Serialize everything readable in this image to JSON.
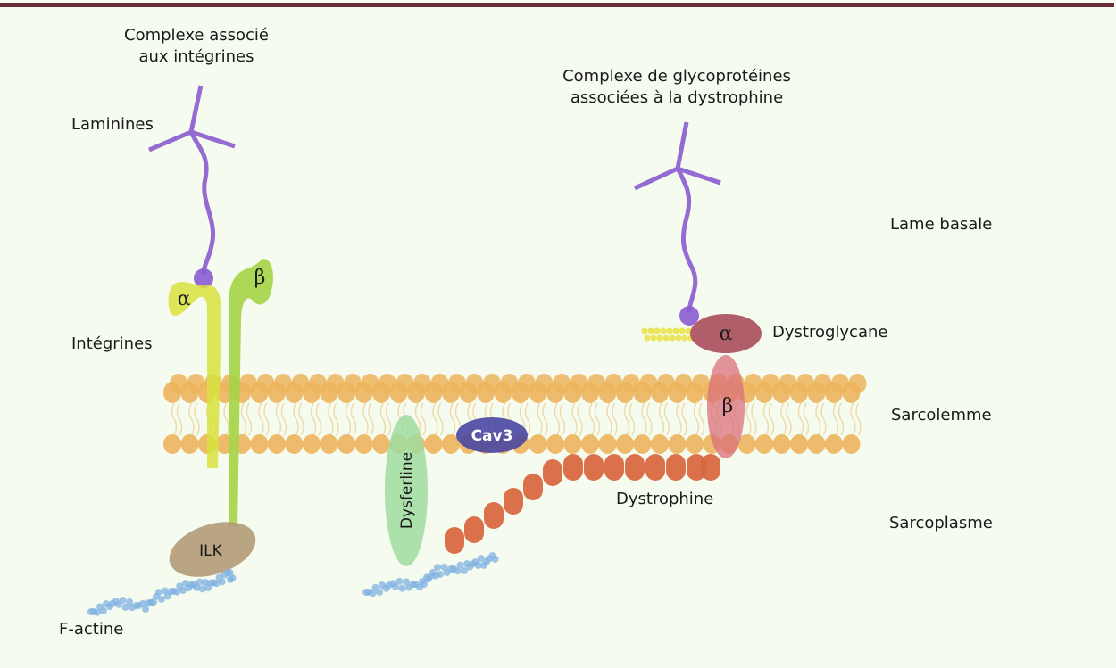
{
  "title_integrin_complex": "Complexe associé\naux intégrines",
  "title_integrin_complex_lines": [
    "Complexe associé",
    "aux intégrines"
  ],
  "title_dgc_lines": [
    "Complexe de glycoprotéines",
    "associées à la dystrophine"
  ],
  "labels": {
    "laminines": "Laminines",
    "integrines": "Intégrines",
    "f_actine": "F-actine",
    "dystroglycane": "Dystroglycane",
    "dystrophine": "Dystrophine",
    "lame_basale": "Lame basale",
    "sarcolemme": "Sarcolemme",
    "sarcoplasme": "Sarcoplasme"
  },
  "proteins": {
    "integrin_alpha": "α",
    "integrin_beta": "β",
    "ilk": "ILK",
    "dysferline": "Dysferline",
    "cav3": "Cav3",
    "dystroglycan_alpha": "α",
    "dystroglycan_beta": "β"
  },
  "colors": {
    "background": "#f5fbee",
    "top_bar": "#6b2c3a",
    "laminin": "#8a5ccf",
    "integrin_alpha": "#d8e23e",
    "integrin_beta": "#a5d445",
    "lipid_head": "#ecb45c",
    "lipid_tail": "#f0d9a8",
    "ilk": "#b39a78",
    "actin": "#7fb2e0",
    "dysferline": "#9fdca0",
    "cav3": "#4a47a3",
    "dystrophin": "#d8653d",
    "dystroglycan_alpha": "#a84c5a",
    "dystroglycan_beta": "#d9707a",
    "sugar_chains": "#eae24a"
  },
  "dystrophin_segments": 14
}
